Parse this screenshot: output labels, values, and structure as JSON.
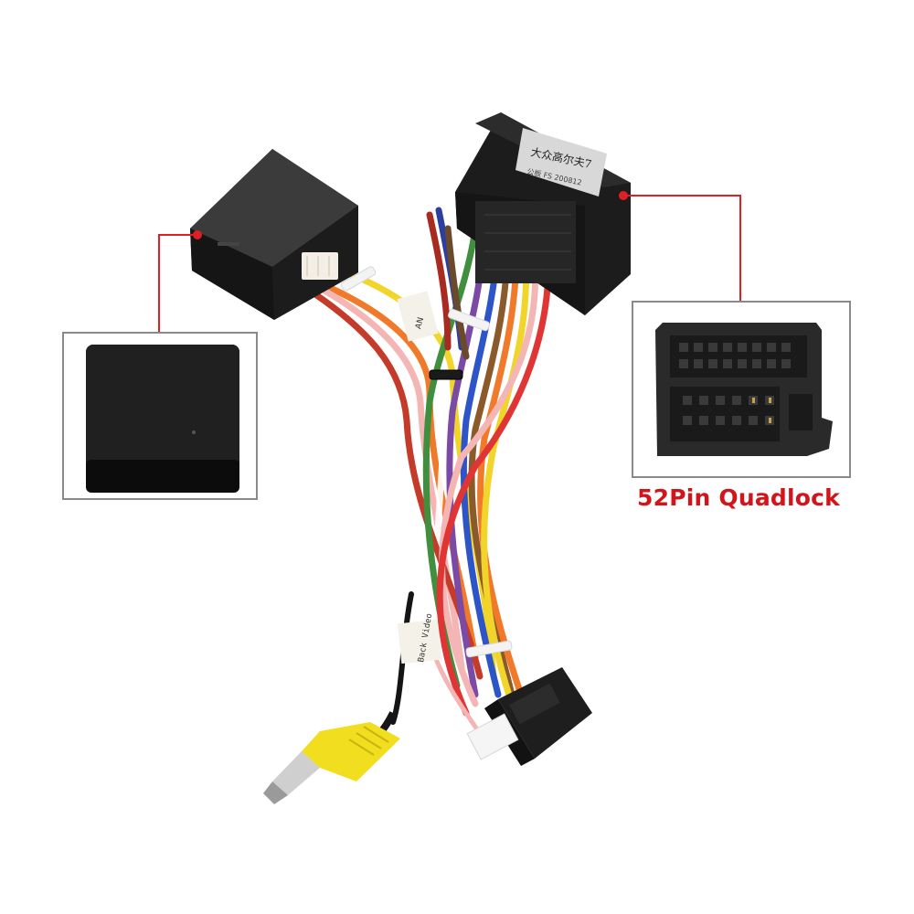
{
  "product": {
    "caption": "52Pin Quadlock"
  },
  "labels": {
    "quadlock_sticker_line1": "大众高尔夫7",
    "quadlock_sticker_line2": "公板  FS 200812",
    "tag_upper": "AN",
    "tag_lower": "Back Video"
  },
  "colors": {
    "accent": "#e01e26",
    "caption": "#d1151b",
    "inset_border": "#8a8a8a",
    "connector_body": "#1b1b1b",
    "rca_plug": "#f1de1f"
  },
  "icons": {
    "callout_marker": "red-dot-icon"
  }
}
